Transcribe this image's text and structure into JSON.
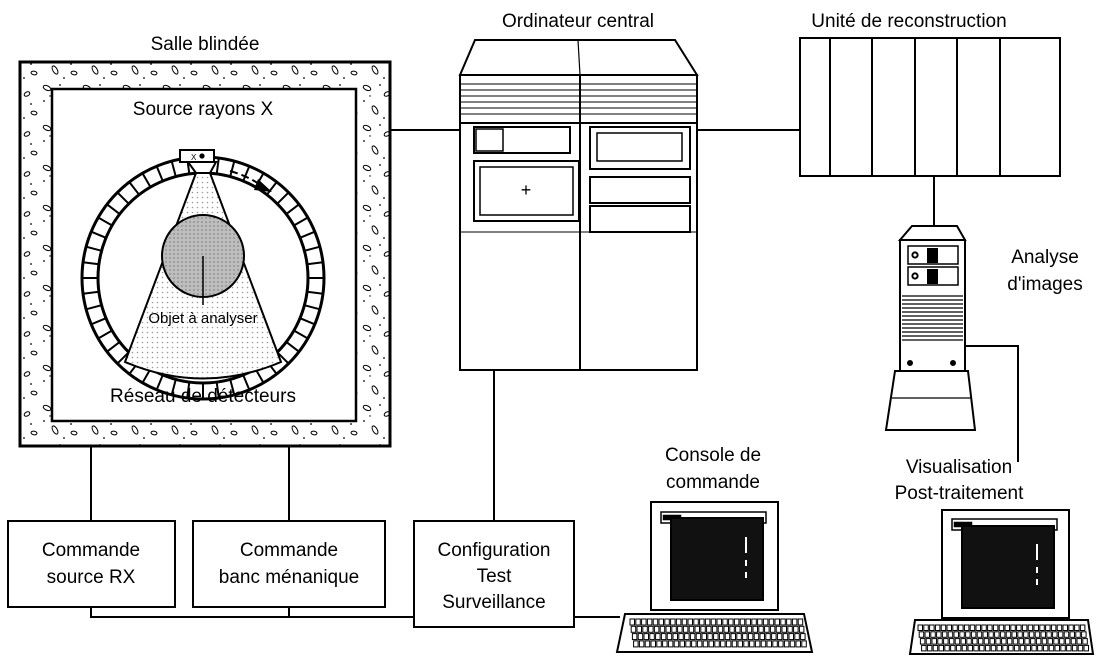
{
  "labels": {
    "shielded_room": "Salle blindée",
    "xray_source": "Source rayons X",
    "xray_marker": "X",
    "object": "Objet à analyser",
    "detector_array": "Réseau de détecteurs",
    "central_computer": "Ordinateur central",
    "reconstruction_unit": "Unité de reconstruction",
    "image_analysis_line1": "Analyse",
    "image_analysis_line2": "d'images",
    "visualisation_line1": "Visualisation",
    "visualisation_line2": "Post-traitement",
    "console_line1": "Console de",
    "console_line2": "commande"
  },
  "boxes": {
    "xray_control_line1": "Commande",
    "xray_control_line2": "source RX",
    "mechanical_control_line1": "Commande",
    "mechanical_control_line2": "banc ménanique",
    "config_line1": "Configuration",
    "config_line2": "Test",
    "config_line3": "Surveillance"
  },
  "central_computer_panel_symbol": "+"
}
